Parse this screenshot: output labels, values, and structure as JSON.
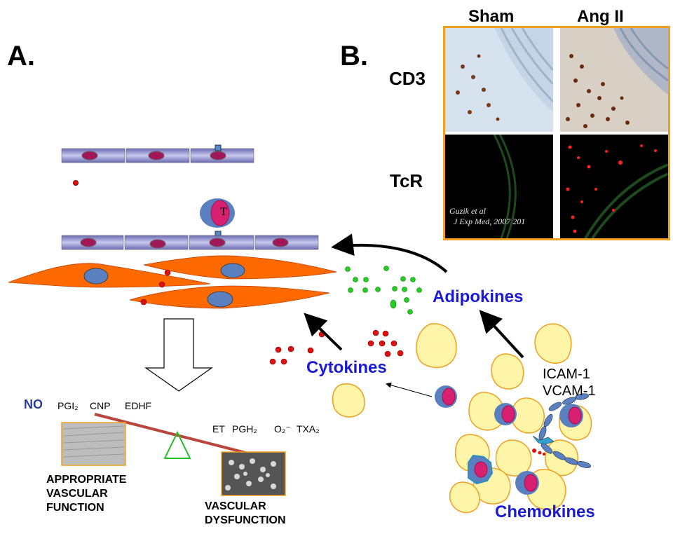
{
  "panels": {
    "a": "A.",
    "b": "B."
  },
  "micrographs": {
    "col_sham": "Sham",
    "col_ang": "Ang II",
    "row_cd3": "CD3",
    "row_tcr": "TcR",
    "citation_line1": "Guzik et al",
    "citation_line2": "J Exp Med, 2007 201",
    "frame_color": "#f0a020"
  },
  "cell_labels": {
    "t_cell": "T"
  },
  "mediators": {
    "adipokines": "Adipokines",
    "cytokines": "Cytokines",
    "chemokines": "Chemokines",
    "icam": "ICAM-1",
    "vcam": "VCAM-1"
  },
  "balance": {
    "no": "NO",
    "protective": [
      "PGI₂",
      "CNP",
      "EDHF"
    ],
    "harmful": [
      "ET",
      "PGH₂",
      "O₂⁻",
      "TXA₂"
    ],
    "left_caption": [
      "APPROPRIATE",
      "VASCULAR",
      "FUNCTION"
    ],
    "right_caption": [
      "VASCULAR",
      "DYSFUNCTION"
    ]
  },
  "colors": {
    "mediator_blue": "#1a1ad6",
    "smooth_muscle": "#ff6a00",
    "adipocyte": "#fff5a8",
    "endothelium": "#7f7fc4",
    "nucleus": "#a01858",
    "fulcrum": "#22c022",
    "beam": "#b8463c"
  }
}
